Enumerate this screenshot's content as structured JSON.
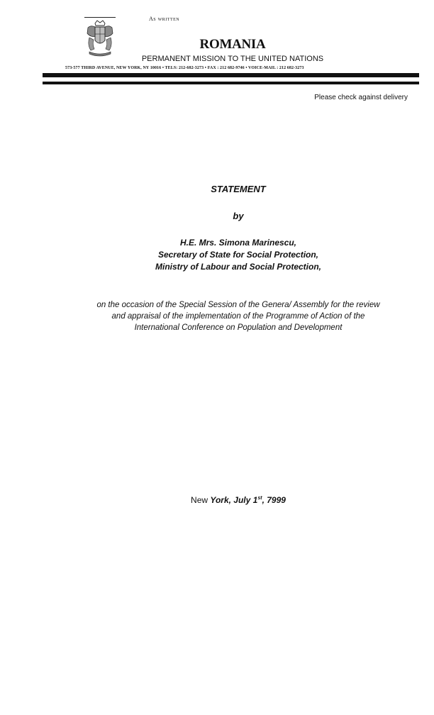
{
  "letterhead": {
    "stamp": "As written",
    "country": "ROMANIA",
    "mission": "PERMANENT MISSION TO THE UNITED NATIONS",
    "address": "573-577 THIRD AVENUE, NEW YORK, NY 10016 • TELS: 212-682-3273 • FAX : 212 682-9746 • VOICE-MAIL : 212 682-3273"
  },
  "note": "Please check against delivery",
  "title": "STATEMENT",
  "by": "by",
  "speaker": {
    "name": "H.E. Mrs. Simona Marinescu,",
    "position": "Secretary of State for Social Protection,",
    "ministry": "Ministry of Labour and Social Protection,"
  },
  "occasion": {
    "line1": "on the occasion of the Special Session of the Genera/ Assembly for the review",
    "line2": "and appraisal of the implementation of the Programme of Action of the",
    "line3": "International Conference on Population and Development"
  },
  "dateline": {
    "city_a": "New",
    "city_b": "York, July 1",
    "sup": "st",
    "year": ", 7999"
  }
}
